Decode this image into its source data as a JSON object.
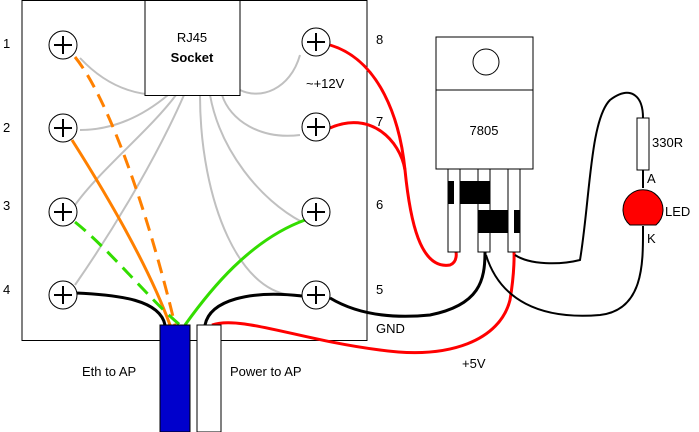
{
  "board": {
    "socket_label_1": "RJ45",
    "socket_label_2": "Socket",
    "left_pins": [
      "1",
      "2",
      "3",
      "4"
    ],
    "right_pins": [
      "8",
      "7",
      "6",
      "5"
    ],
    "supply_label": "~+12V"
  },
  "regulator": {
    "label": "7805"
  },
  "resistor": {
    "label": "330R"
  },
  "led": {
    "label": "LED",
    "anode": "A",
    "cathode": "K",
    "color": "#ff0000"
  },
  "labels": {
    "gnd": "GND",
    "plus5v": "+5V",
    "eth_cable": "Eth to AP",
    "power_cable": "Power to AP"
  },
  "colors": {
    "red_wire": "#ff0000",
    "orange_wire": "#ff8000",
    "green_wire": "#33dd00",
    "grey_wire": "#c0c0c0",
    "blue_cable": "#0000cc"
  }
}
